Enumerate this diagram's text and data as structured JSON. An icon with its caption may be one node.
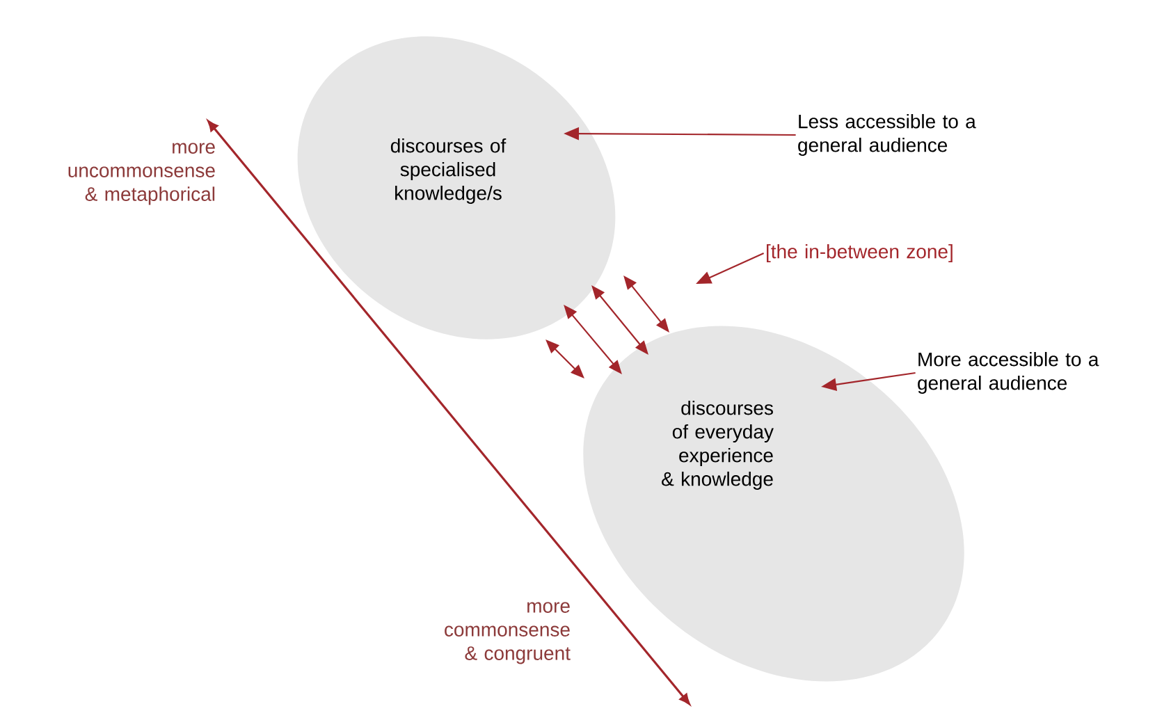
{
  "diagram": {
    "nodes": [
      {
        "text": [
          "discourses of specialised knowledge/s"
        ]
      },
      {
        "text": [
          "discourses of everyday experience & knowledge"
        ]
      },
      {
        "text": [
          "Less accessible to a general audience"
        ]
      },
      {
        "text": [
          "[the in-between zone]"
        ]
      },
      {
        "text": [
          "More accessible to a general audience"
        ]
      }
    ],
    "edges": [
      {
        "from": 0,
        "to": 1,
        "arrow": "both"
      },
      {
        "from": 0,
        "to": 1,
        "arrow": "both"
      },
      {
        "from": 0,
        "to": 1,
        "arrow": "both"
      },
      {
        "from": 0,
        "to": 1,
        "arrow": "both"
      },
      {
        "from": 2,
        "to": 0,
        "arrow": "to"
      },
      {
        "from": 3,
        "to": null,
        "arrow": "to"
      },
      {
        "from": 4,
        "to": 1,
        "arrow": "to"
      }
    ],
    "labels": [
      "more uncommonsense & metaphorical",
      "more commonsense & congruent"
    ]
  }
}
